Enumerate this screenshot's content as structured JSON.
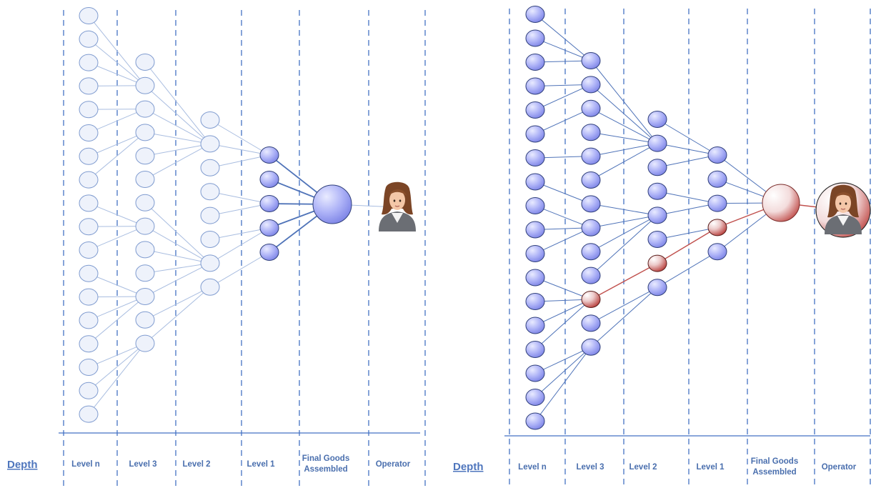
{
  "colors": {
    "divider": "#4472c4",
    "edge_light": "#a9bde0",
    "edge_dark": "#4f73b8",
    "node_light_fill": "#eef2fb",
    "node_light_stroke": "#7f9bcf",
    "node_blue_fill": "#aab0f5",
    "node_blue_stroke": "#2f3f7a",
    "highlight_red": "#c0504d",
    "label_text": "#4a6fae"
  },
  "icons": {
    "operator": "operator-person-icon",
    "node": "component-circle-icon"
  },
  "diagrams": [
    {
      "name": "standard-supply-tree",
      "depth_label": "Depth",
      "columns": [
        "Level n",
        "Level 3",
        "Level 2",
        "Level 1",
        "Final Goods Assembled",
        "Operator"
      ]
    },
    {
      "name": "highlighted-supply-tree",
      "depth_label": "Depth",
      "columns": [
        "Level n",
        "Level 3",
        "Level 2",
        "Level 1",
        "Final Goods Assembled",
        "Operator"
      ]
    }
  ]
}
